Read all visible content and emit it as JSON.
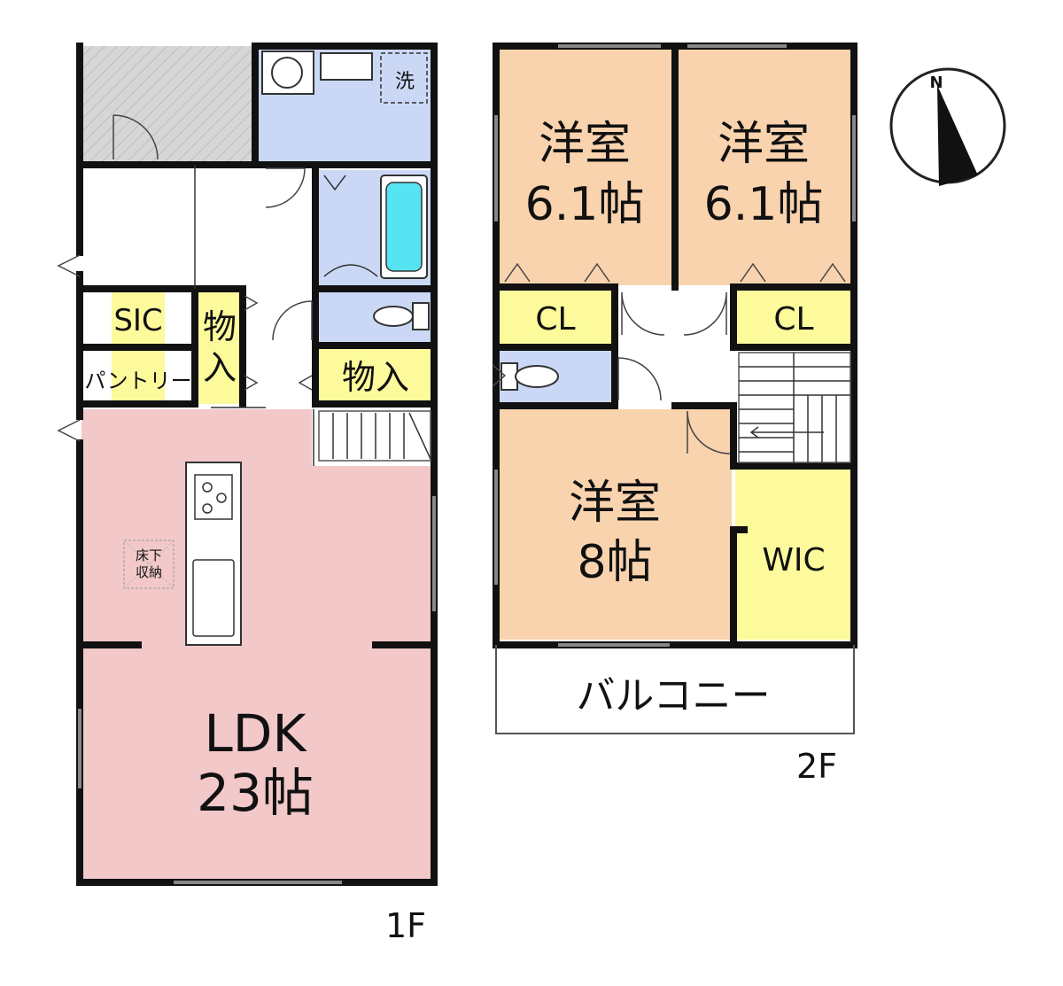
{
  "floor1": {
    "caption": "1F",
    "ldk": {
      "name": "LDK",
      "size": "23帖"
    },
    "sic": "SIC",
    "pantry": "パントリー",
    "storage_left": [
      "物",
      "入"
    ],
    "storage_right": "物入",
    "laundry": "洗",
    "underfloor": [
      "床下",
      "収納"
    ]
  },
  "floor2": {
    "caption": "2F",
    "room_a": {
      "name": "洋室",
      "size": "6.1帖"
    },
    "room_b": {
      "name": "洋室",
      "size": "6.1帖"
    },
    "room_c": {
      "name": "洋室",
      "size": "8帖"
    },
    "closet_left": "CL",
    "closet_right": "CL",
    "wic": "WIC",
    "balcony": "バルコニー"
  },
  "compass": {
    "north": "N"
  },
  "colors": {
    "ldk": "#f2c8c9",
    "bedroom": "#f9d3ae",
    "closet": "#fdfa9c",
    "wet": "#cbd8f5",
    "tub": "#56e3f2",
    "entrance": "#d6d6d6"
  }
}
